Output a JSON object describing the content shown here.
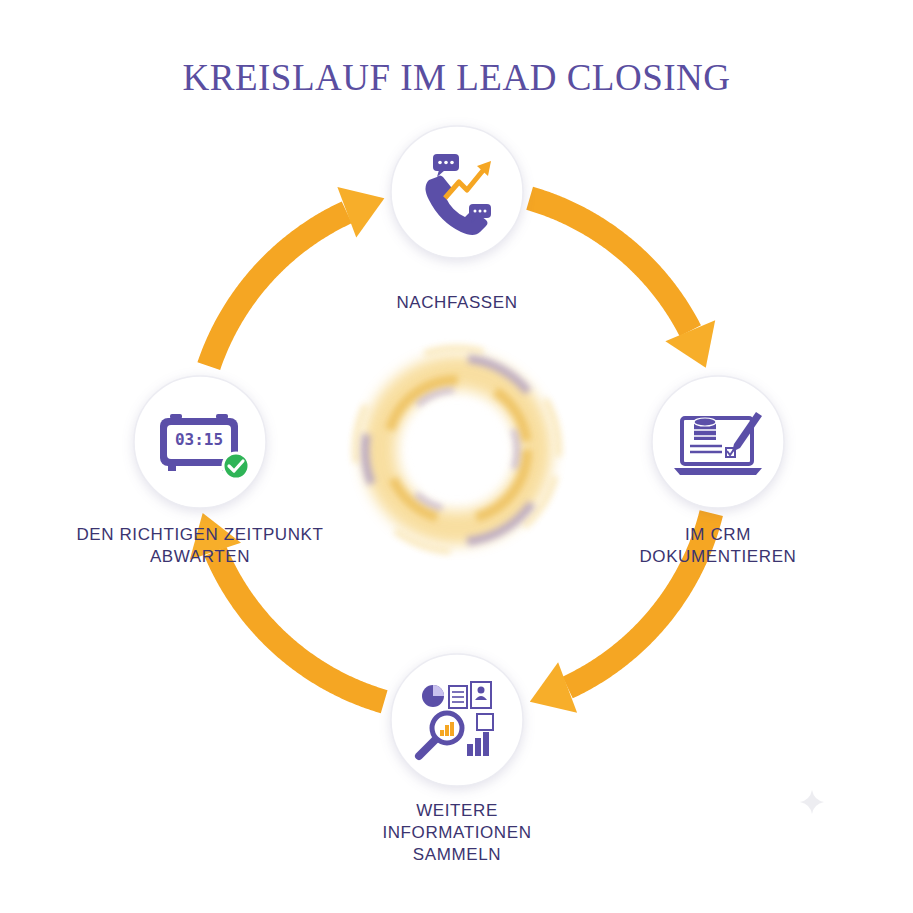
{
  "diagram": {
    "title": "KREISLAUF IM LEAD CLOSING",
    "nodes": [
      {
        "text": [
          "NACHFASSEN"
        ]
      },
      {
        "text": [
          "IM CRM DOKUMENTIEREN"
        ]
      },
      {
        "text": [
          "WEITERE INFORMATIONEN SAMMELN"
        ]
      },
      {
        "text": [
          "DEN RICHTIGEN ZEITPUNKT ABWARTEN"
        ]
      }
    ],
    "edges": [
      {
        "from": 0,
        "to": 1,
        "arrow": "to"
      },
      {
        "from": 1,
        "to": 2,
        "arrow": "to"
      },
      {
        "from": 2,
        "to": 3,
        "arrow": "to"
      },
      {
        "from": 3,
        "to": 0,
        "arrow": "to"
      }
    ],
    "labels": [
      "03:15"
    ]
  }
}
